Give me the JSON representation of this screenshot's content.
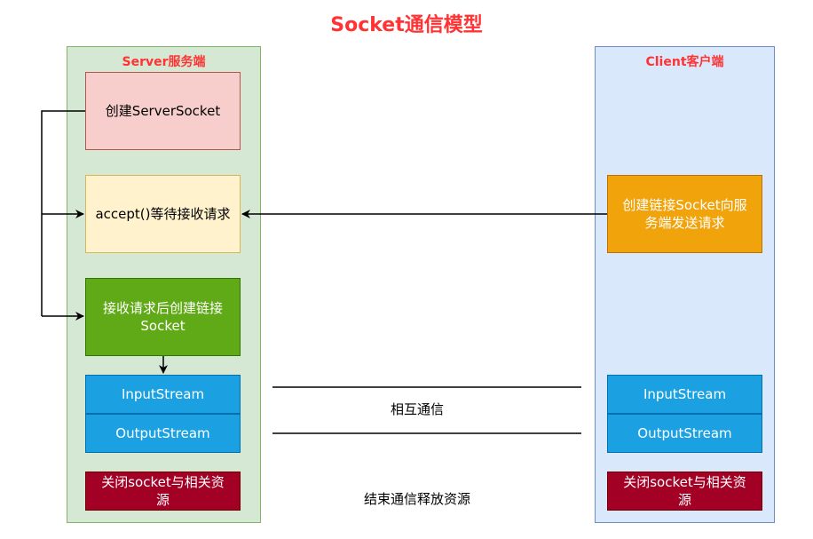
{
  "title": "Socket通信模型",
  "server": {
    "lane_title": "Server服务端",
    "create_socket": "创建ServerSocket",
    "accept": "accept()等待接收请求",
    "receive_create_line1": "接收请求后创建链接",
    "receive_create_line2": "Socket",
    "input_stream": "InputStream",
    "output_stream": "OutputStream",
    "close_line1": "关闭socket与相关资",
    "close_line2": "源"
  },
  "client": {
    "lane_title": "Client客户端",
    "send_request_line1": "创建链接Socket向服",
    "send_request_line2": "务端发送请求",
    "input_stream": "InputStream",
    "output_stream": "OutputStream",
    "close_line1": "关闭socket与相关资",
    "close_line2": "源"
  },
  "labels": {
    "mutual_communication": "相互通信",
    "end_release": "结束通信释放资源"
  },
  "colors": {
    "title": "#ff3333",
    "server_lane": "#d5e8d4",
    "client_lane": "#dae8fc",
    "create_box": "#f8cecc",
    "accept_box": "#fff2cc",
    "receive_box": "#60a917",
    "stream_box": "#1ba1e2",
    "close_box": "#a20025",
    "send_box": "#f0a30a"
  }
}
